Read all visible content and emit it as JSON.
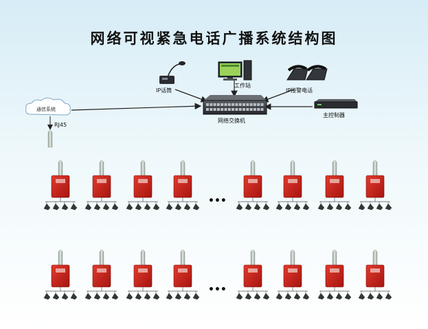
{
  "title": "网络可视紧急电话广播系统结构图",
  "labels": {
    "ip_mic": "IP话筒",
    "workstation": "工作站",
    "ip_phone": "IP接警电话",
    "switch": "网络交换机",
    "main_controller": "主控制器",
    "comm_system": "通信系统",
    "rj45": "RJ45"
  },
  "ellipsis": "•••",
  "colors": {
    "terminal_red": "#c8221c",
    "switch_gray": "#3a3d42",
    "line": "#222222",
    "background_top": "#d6ecf6"
  },
  "icons": {
    "microphone": "microphone-icon",
    "computer": "workstation-icon",
    "phone": "ip-phone-icon",
    "switch": "network-switch-icon",
    "controller": "main-controller-icon",
    "cloud": "cloud-icon",
    "terminal": "emergency-phone-terminal-icon",
    "speaker": "horn-speaker-icon"
  },
  "rows": [
    {
      "left_terminals": 4,
      "right_terminals": 4,
      "speakers_per_terminal": 4
    },
    {
      "left_terminals": 4,
      "right_terminals": 4,
      "speakers_per_terminal": 4
    }
  ]
}
